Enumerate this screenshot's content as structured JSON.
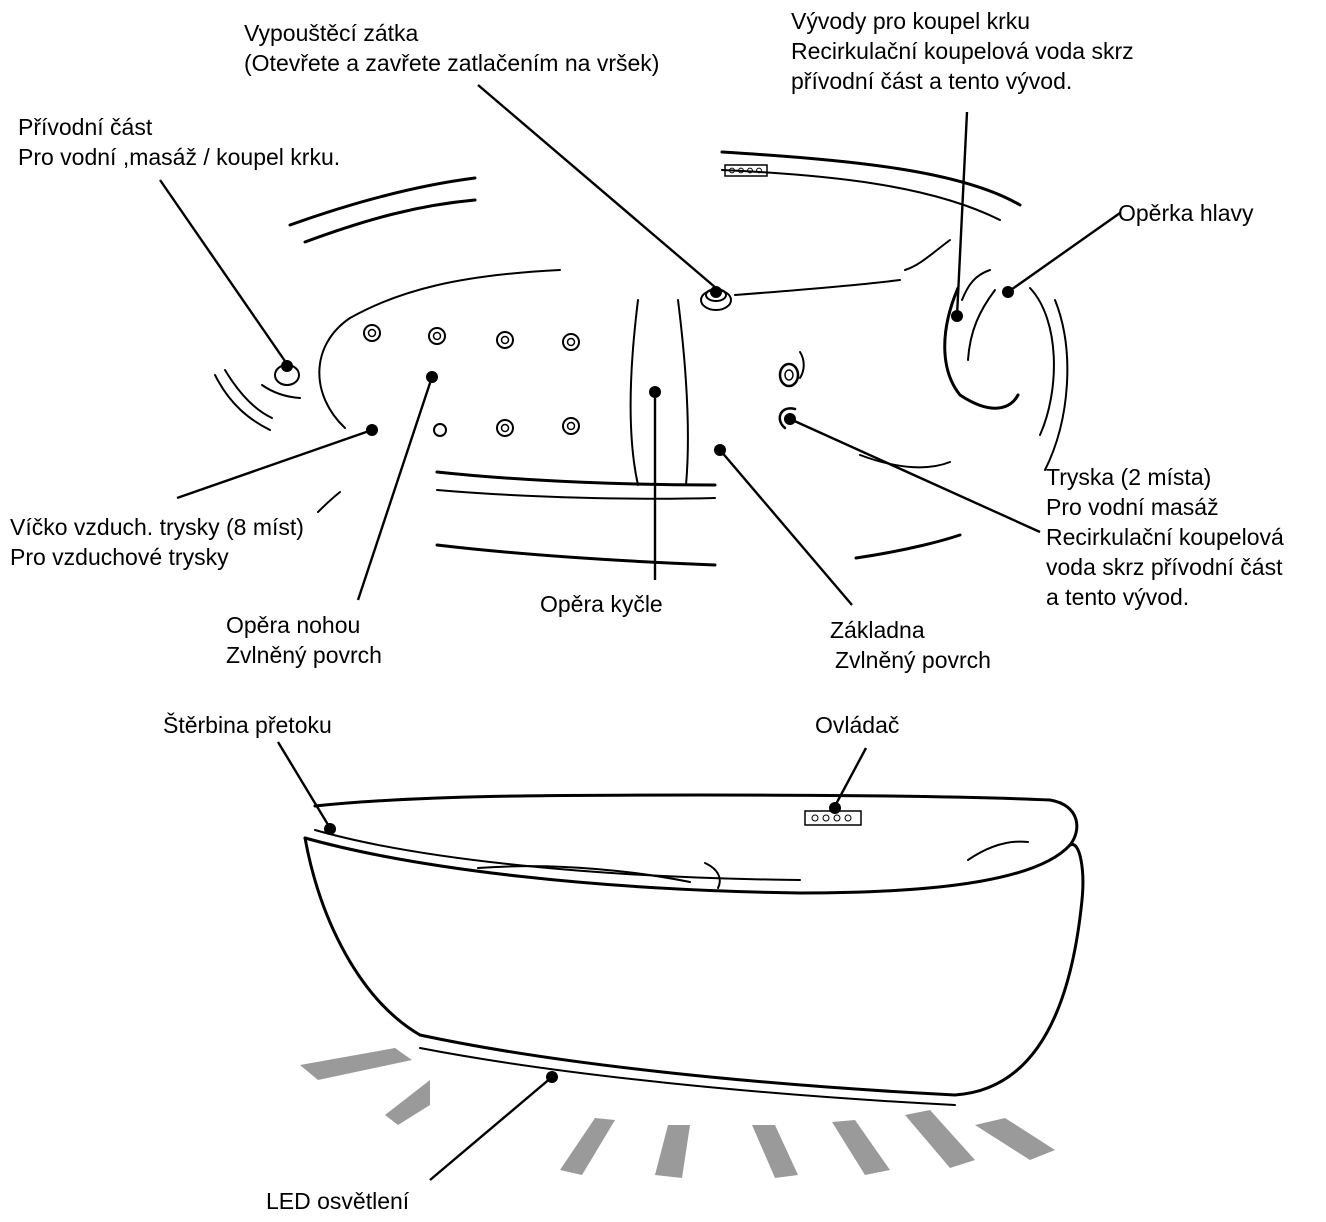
{
  "top_view_labels": {
    "drain_plug": {
      "title": "Vypouštěcí zátka",
      "note": "(Otevřete a zavřete zatlačením na vršek)"
    },
    "neck_outlets": {
      "title": "Vývody pro koupel krku",
      "note1": "Recirkulační koupelová voda skrz",
      "note2": "přívodní část a tento vývod."
    },
    "intake": {
      "title": "Přívodní část",
      "note": "Pro vodní ,masáž / koupel krku."
    },
    "headrest": {
      "title": "Opěrka hlavy"
    },
    "air_jet_cap": {
      "title": "Víčko vzduch. trysky (8 míst)",
      "note": "Pro vzduchové trysky"
    },
    "jet": {
      "title": "Tryska (2 místa)",
      "note1": "Pro vodní masáž",
      "note2": "Recirkulační koupelová",
      "note3": "voda skrz přívodní část",
      "note4": "a tento vývod."
    },
    "foot_rest": {
      "title": "Opěra nohou",
      "note": "Zvlněný povrch"
    },
    "hip_rest": {
      "title": "Opěra kyčle"
    },
    "base": {
      "title": "Základna",
      "note": "Zvlněný povrch"
    }
  },
  "side_view_labels": {
    "overflow": {
      "title": "Štěrbina přetoku"
    },
    "controller": {
      "title": "Ovládač"
    },
    "led": {
      "title": "LED osvětlení"
    }
  },
  "colors": {
    "line": "#000000",
    "led_rays": "#9a9a9a",
    "background": "#ffffff"
  }
}
